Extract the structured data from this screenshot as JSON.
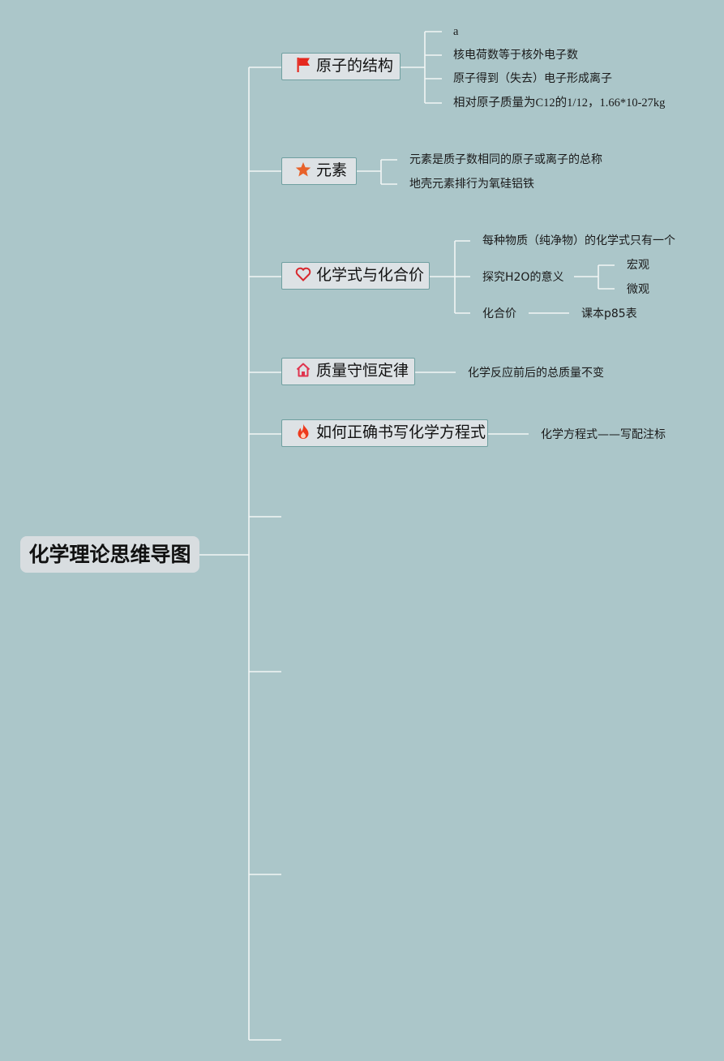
{
  "root": {
    "title": "化学理论思维导图"
  },
  "branches": [
    {
      "label": "原子的结构",
      "icon": "flag-icon",
      "children": [
        "a",
        "核电荷数等于核外电子数",
        "原子得到（失去）电子形成离子",
        "相对原子质量为C12的1/12，1.66*10-27kg"
      ]
    },
    {
      "label": "元素",
      "icon": "star-icon",
      "children": [
        "元素是质子数相同的原子或离子的总称",
        "地壳元素排行为氧硅铝铁"
      ]
    },
    {
      "label": "化学式与化合价",
      "icon": "heart-icon",
      "children": [
        {
          "label": "每种物质（纯净物）的化学式只有一个"
        },
        {
          "label": "探究H2O的意义",
          "children": [
            "宏观",
            "微观"
          ]
        },
        {
          "label": "化合价",
          "children": [
            "课本p85表"
          ]
        }
      ]
    },
    {
      "label": "质量守恒定律",
      "icon": "house-icon",
      "children": [
        "化学反应前后的总质量不变"
      ]
    },
    {
      "label": "如何正确书写化学方程式",
      "icon": "fire-icon",
      "children": [
        "化学方程式——写配注标"
      ]
    }
  ],
  "colors": {
    "background": "#abc6c9",
    "connector": "#f2f5f5",
    "flag": "#e5281e",
    "star": "#e8622a",
    "heart": "#d8282e",
    "house": "#e0344e",
    "fire": "#ee3a1c"
  }
}
